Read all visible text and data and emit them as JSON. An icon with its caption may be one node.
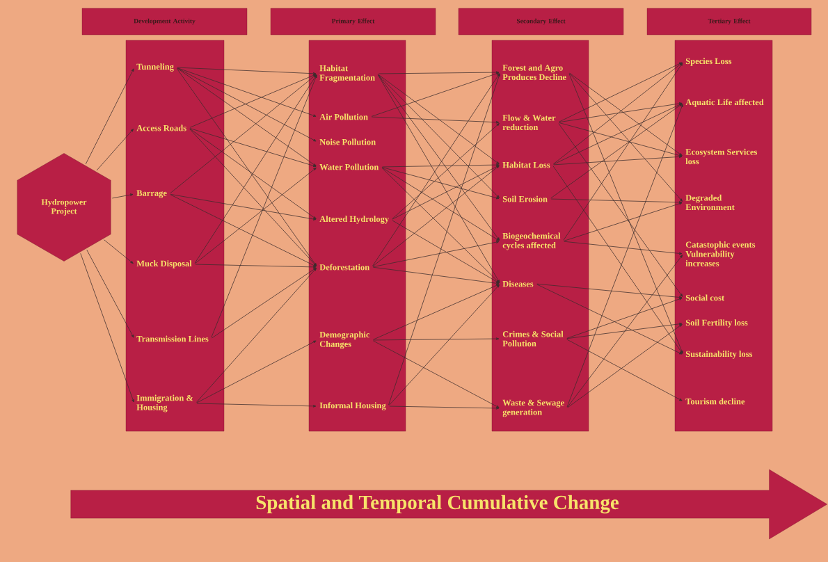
{
  "diagram": {
    "nodes": [
      {
        "text": [
          "Development Activity"
        ]
      },
      {
        "text": [
          "Primary Effect"
        ]
      },
      {
        "text": [
          "Secondary Effect"
        ]
      },
      {
        "text": [
          "Tertiary Effect"
        ]
      },
      {
        "text": [
          "Hydropower Project"
        ]
      },
      {
        "text": [],
        "shape": "bar"
      },
      {
        "text": [
          "Tunneling"
        ],
        "in": 5
      },
      {
        "text": [
          "Access Roads"
        ],
        "in": 5
      },
      {
        "text": [
          "Barrage"
        ],
        "in": 5
      },
      {
        "text": [
          "Muck Disposal"
        ],
        "in": 5
      },
      {
        "text": [
          "Transmission Lines"
        ],
        "in": 5
      },
      {
        "text": [
          "Immigration & Housing"
        ],
        "in": 5
      },
      {
        "text": [],
        "shape": "bar"
      },
      {
        "text": [
          "Habitat Fragmentation"
        ],
        "in": 12
      },
      {
        "text": [
          "Air Pollution"
        ],
        "in": 12
      },
      {
        "text": [
          "Noise Pollution"
        ],
        "in": 12
      },
      {
        "text": [
          "Water Pollution"
        ],
        "in": 12
      },
      {
        "text": [
          "Altered Hydrology"
        ],
        "in": 12
      },
      {
        "text": [
          "Deforestation"
        ],
        "in": 12
      },
      {
        "text": [
          "Demographic Changes"
        ],
        "in": 12
      },
      {
        "text": [
          "Informal Housing"
        ],
        "in": 12
      },
      {
        "text": [],
        "shape": "bar"
      },
      {
        "text": [
          "Forest and Agro Produces Decline"
        ],
        "in": 21
      },
      {
        "text": [
          "Flow & Water reduction"
        ],
        "in": 21
      },
      {
        "text": [
          "Habitat Loss"
        ],
        "in": 21
      },
      {
        "text": [
          "Soil Erosion"
        ],
        "in": 21
      },
      {
        "text": [
          "Biogeochemical cycles affected"
        ],
        "in": 21
      },
      {
        "text": [
          "Diseases"
        ],
        "in": 21
      },
      {
        "text": [
          "Crimes & Social Pollution"
        ],
        "in": 21
      },
      {
        "text": [
          "Waste & Sewage generation"
        ],
        "in": 21
      },
      {
        "text": [],
        "shape": "bar"
      },
      {
        "text": [
          "Species Loss"
        ],
        "in": 30
      },
      {
        "text": [
          "Aquatic Life affected"
        ],
        "in": 30
      },
      {
        "text": [
          "Ecosystem Services loss"
        ],
        "in": 30
      },
      {
        "text": [
          "Degraded Environment"
        ],
        "in": 30
      },
      {
        "text": [
          "Catastophic events Vulnerability increases"
        ],
        "in": 30
      },
      {
        "text": [
          "Social cost"
        ],
        "in": 30
      },
      {
        "text": [
          "Soil Fertility loss"
        ],
        "in": 30
      },
      {
        "text": [
          "Sustainability loss"
        ],
        "in": 30
      },
      {
        "text": [
          "Tourism decline"
        ],
        "in": 30
      },
      {
        "text": [
          "Spatial and Temporal Cumulative Change"
        ]
      }
    ],
    "edges": [
      {
        "from": 4,
        "to": 6,
        "arrow": "to"
      },
      {
        "from": 4,
        "to": 7,
        "arrow": "to"
      },
      {
        "from": 4,
        "to": 8,
        "arrow": "to"
      },
      {
        "from": 4,
        "to": 9,
        "arrow": "to"
      },
      {
        "from": 4,
        "to": 10,
        "arrow": "to"
      },
      {
        "from": 4,
        "to": 11,
        "arrow": "to"
      },
      {
        "from": 6,
        "to": 13,
        "arrow": "to"
      },
      {
        "from": 6,
        "to": 14,
        "arrow": "to"
      },
      {
        "from": 6,
        "to": 15,
        "arrow": "to"
      },
      {
        "from": 6,
        "to": 16,
        "arrow": "to"
      },
      {
        "from": 6,
        "to": 18,
        "arrow": "to"
      },
      {
        "from": 7,
        "to": 13,
        "arrow": "to"
      },
      {
        "from": 7,
        "to": 16,
        "arrow": "to"
      },
      {
        "from": 7,
        "to": 17,
        "arrow": "to"
      },
      {
        "from": 7,
        "to": 18,
        "arrow": "to"
      },
      {
        "from": 8,
        "to": 13,
        "arrow": "to"
      },
      {
        "from": 8,
        "to": 17,
        "arrow": "to"
      },
      {
        "from": 8,
        "to": 18,
        "arrow": "to"
      },
      {
        "from": 9,
        "to": 13,
        "arrow": "to"
      },
      {
        "from": 9,
        "to": 16,
        "arrow": "to"
      },
      {
        "from": 9,
        "to": 18,
        "arrow": "to"
      },
      {
        "from": 10,
        "to": 13,
        "arrow": "to"
      },
      {
        "from": 10,
        "to": 18,
        "arrow": "to"
      },
      {
        "from": 11,
        "to": 18,
        "arrow": "to"
      },
      {
        "from": 11,
        "to": 19,
        "arrow": "to"
      },
      {
        "from": 11,
        "to": 20,
        "arrow": "to"
      },
      {
        "from": 13,
        "to": 22,
        "arrow": "to"
      },
      {
        "from": 13,
        "to": 24,
        "arrow": "to"
      },
      {
        "from": 13,
        "to": 25,
        "arrow": "to"
      },
      {
        "from": 13,
        "to": 26,
        "arrow": "to"
      },
      {
        "from": 13,
        "to": 27,
        "arrow": "to"
      },
      {
        "from": 14,
        "to": 22,
        "arrow": "to"
      },
      {
        "from": 14,
        "to": 23,
        "arrow": "to"
      },
      {
        "from": 16,
        "to": 24,
        "arrow": "to"
      },
      {
        "from": 16,
        "to": 25,
        "arrow": "to"
      },
      {
        "from": 16,
        "to": 26,
        "arrow": "to"
      },
      {
        "from": 16,
        "to": 27,
        "arrow": "to"
      },
      {
        "from": 17,
        "to": 23,
        "arrow": "to"
      },
      {
        "from": 17,
        "to": 24,
        "arrow": "to"
      },
      {
        "from": 17,
        "to": 27,
        "arrow": "to"
      },
      {
        "from": 18,
        "to": 22,
        "arrow": "to"
      },
      {
        "from": 18,
        "to": 24,
        "arrow": "to"
      },
      {
        "from": 18,
        "to": 26,
        "arrow": "to"
      },
      {
        "from": 18,
        "to": 27,
        "arrow": "to"
      },
      {
        "from": 19,
        "to": 27,
        "arrow": "to"
      },
      {
        "from": 19,
        "to": 28,
        "arrow": "to"
      },
      {
        "from": 19,
        "to": 29,
        "arrow": "to"
      },
      {
        "from": 20,
        "to": 22,
        "arrow": "to"
      },
      {
        "from": 20,
        "to": 27,
        "arrow": "to"
      },
      {
        "from": 20,
        "to": 29,
        "arrow": "to"
      },
      {
        "from": 22,
        "to": 33,
        "arrow": "to"
      },
      {
        "from": 22,
        "to": 34,
        "arrow": "to"
      },
      {
        "from": 22,
        "to": 38,
        "arrow": "to"
      },
      {
        "from": 23,
        "to": 31,
        "arrow": "to"
      },
      {
        "from": 23,
        "to": 32,
        "arrow": "to"
      },
      {
        "from": 23,
        "to": 33,
        "arrow": "to"
      },
      {
        "from": 23,
        "to": 36,
        "arrow": "to"
      },
      {
        "from": 24,
        "to": 31,
        "arrow": "to"
      },
      {
        "from": 24,
        "to": 32,
        "arrow": "to"
      },
      {
        "from": 24,
        "to": 33,
        "arrow": "to"
      },
      {
        "from": 24,
        "to": 38,
        "arrow": "to"
      },
      {
        "from": 25,
        "to": 32,
        "arrow": "to"
      },
      {
        "from": 25,
        "to": 34,
        "arrow": "to"
      },
      {
        "from": 26,
        "to": 31,
        "arrow": "to"
      },
      {
        "from": 26,
        "to": 34,
        "arrow": "to"
      },
      {
        "from": 26,
        "to": 35,
        "arrow": "to"
      },
      {
        "from": 27,
        "to": 36,
        "arrow": "to"
      },
      {
        "from": 27,
        "to": 38,
        "arrow": "to"
      },
      {
        "from": 28,
        "to": 36,
        "arrow": "to"
      },
      {
        "from": 28,
        "to": 37,
        "arrow": "to"
      },
      {
        "from": 28,
        "to": 39,
        "arrow": "to"
      },
      {
        "from": 29,
        "to": 32,
        "arrow": "to"
      },
      {
        "from": 29,
        "to": 35,
        "arrow": "to"
      },
      {
        "from": 29,
        "to": 37,
        "arrow": "to"
      }
    ]
  }
}
